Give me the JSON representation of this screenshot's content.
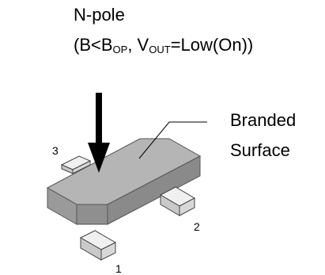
{
  "title": "N-pole",
  "condition": {
    "open": "(B<B",
    "op_sub": "OP",
    "mid": ", V",
    "out_sub": "OUT",
    "close": "=Low(On))"
  },
  "label": {
    "line1": "Branded",
    "line2": "Surface"
  },
  "pins": {
    "p1": "1",
    "p2": "2",
    "p3": "3"
  },
  "colors": {
    "body_top": "#b3b3b3",
    "body_side": "#9a9a9a",
    "body_front": "#8a8a8a",
    "lead_light": "#f0f0f0",
    "lead_mid": "#c9c9c9",
    "arrow": "#000000"
  }
}
